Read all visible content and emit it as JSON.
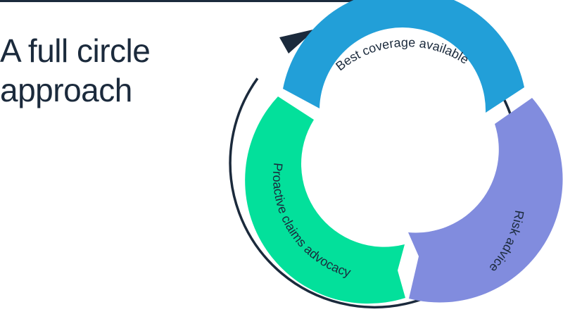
{
  "headline": {
    "line1": "A full circle",
    "line2": "approach"
  },
  "cycle": {
    "segments": [
      {
        "label": "Best coverage available",
        "color": "#229fd8"
      },
      {
        "label": "Risk advice",
        "color": "#818cde"
      },
      {
        "label": "Proactive claims advocacy",
        "color": "#03e09b"
      }
    ]
  },
  "colors": {
    "ink": "#1b2a3c",
    "accent_rule": "#1b2a3c",
    "background": "#ffffff"
  }
}
